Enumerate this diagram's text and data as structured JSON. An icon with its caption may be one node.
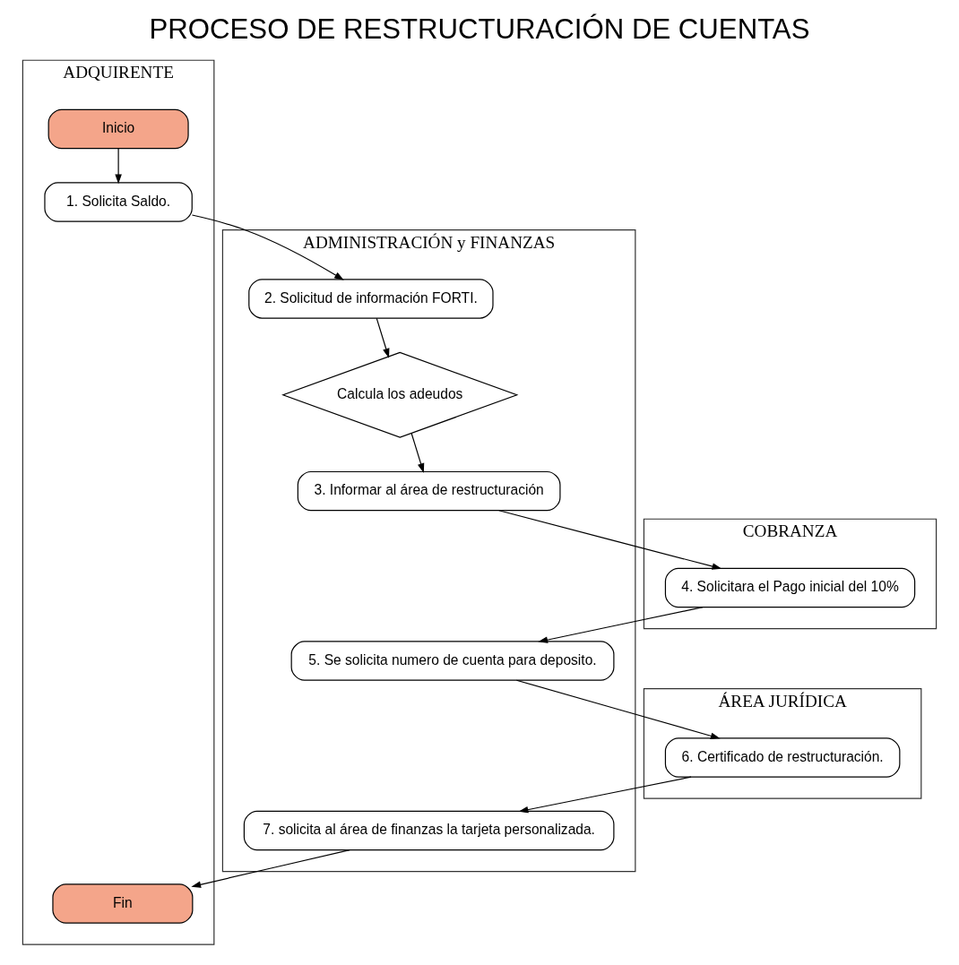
{
  "diagram": {
    "title": "PROCESO DE RESTRUCTURACIÓN DE CUENTAS",
    "nodes": [
      {
        "text": [
          "ADQUIRENTE"
        ]
      },
      {
        "text": [
          "Inicio"
        ],
        "in": 0
      },
      {
        "text": [
          "1. Solicita Saldo."
        ],
        "in": 0
      },
      {
        "text": [
          "Fin"
        ],
        "in": 0
      },
      {
        "text": [
          "ADMINISTRACIÓN y FINANZAS"
        ]
      },
      {
        "text": [
          "2. Solicitud de información FORTI."
        ],
        "in": 4
      },
      {
        "text": [
          "Calcula los adeudos"
        ],
        "in": 4
      },
      {
        "text": [
          "3. Informar al área de restructuración"
        ],
        "in": 4
      },
      {
        "text": [
          "5. Se solicita numero de cuenta para deposito."
        ],
        "in": 4
      },
      {
        "text": [
          "7. solicita al área de finanzas la tarjeta personalizada."
        ],
        "in": 4
      },
      {
        "text": [
          "COBRANZA"
        ]
      },
      {
        "text": [
          "4. Solicitara el Pago inicial del 10%"
        ],
        "in": 10
      },
      {
        "text": [
          "ÁREA JURÍDICA"
        ]
      },
      {
        "text": [
          "6. Certificado de restructuración."
        ],
        "in": 12
      }
    ],
    "edges": [
      {
        "from": 1,
        "to": 2,
        "arrow": "to"
      },
      {
        "from": 2,
        "to": 5,
        "arrow": "to"
      },
      {
        "from": 5,
        "to": 6,
        "arrow": "to"
      },
      {
        "from": 6,
        "to": 7,
        "arrow": "to"
      },
      {
        "from": 7,
        "to": 11,
        "arrow": "to"
      },
      {
        "from": 11,
        "to": 8,
        "arrow": "to"
      },
      {
        "from": 8,
        "to": 13,
        "arrow": "to"
      },
      {
        "from": 13,
        "to": 9,
        "arrow": "to"
      },
      {
        "from": 9,
        "to": 3,
        "arrow": "to"
      }
    ]
  }
}
